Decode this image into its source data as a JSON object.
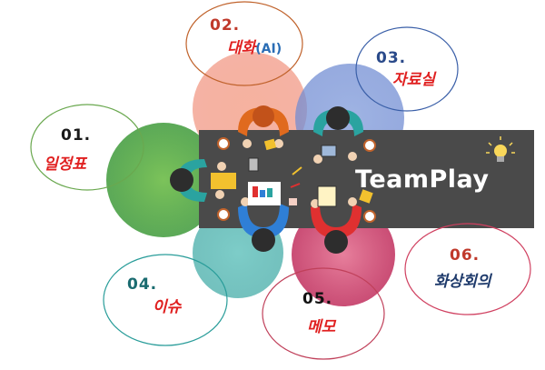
{
  "diagram": {
    "brand": "TeamPlay",
    "items": [
      {
        "number": "01.",
        "label": "일정표",
        "number_color": "#1a1a1a",
        "label_color": "#e02020",
        "ring_color": "#6aa84f"
      },
      {
        "number": "02.",
        "label": "대화",
        "suffix": "(AI)",
        "number_color": "#c0392b",
        "label_color": "#e02020",
        "suffix_color": "#2a6db5",
        "ring_color": "#c0622b"
      },
      {
        "number": "03.",
        "label": "자료실",
        "number_color": "#2a4a8a",
        "label_color": "#e02020",
        "ring_color": "#3a5fa8"
      },
      {
        "number": "04.",
        "label": "이슈",
        "number_color": "#1a6b70",
        "label_color": "#e02020",
        "ring_color": "#2a9d9a"
      },
      {
        "number": "05.",
        "label": "메모",
        "number_color": "#111111",
        "label_color": "#e02020",
        "ring_color": "#c0405a"
      },
      {
        "number": "06.",
        "label": "화상회의",
        "number_color": "#c0392b",
        "label_color": "#1e3a6b",
        "ring_color": "#d04060"
      }
    ],
    "colors": {
      "table": "#4a4a4a",
      "person_orange": "#e06a1e",
      "person_teal": "#2aa3a0",
      "person_blue": "#2f7fd6",
      "person_red": "#e03030"
    }
  }
}
